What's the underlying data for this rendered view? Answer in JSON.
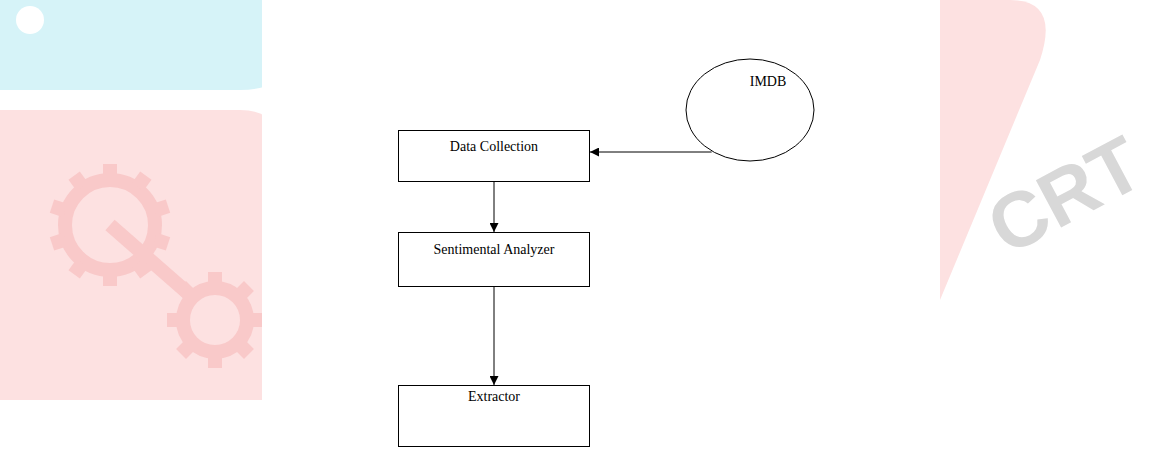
{
  "diagram": {
    "nodes": [
      {
        "text": [
          "IMDB"
        ]
      },
      {
        "text": [
          "Data Collection"
        ]
      },
      {
        "text": [
          "Sentimental Analyzer"
        ]
      },
      {
        "text": [
          "Extractor"
        ]
      }
    ],
    "edges": [
      {
        "from": 0,
        "to": 1,
        "arrow": "to"
      },
      {
        "from": 1,
        "to": 2,
        "arrow": "to"
      },
      {
        "from": 2,
        "to": 3,
        "arrow": "to"
      }
    ],
    "labels": [
      "CRT"
    ]
  }
}
